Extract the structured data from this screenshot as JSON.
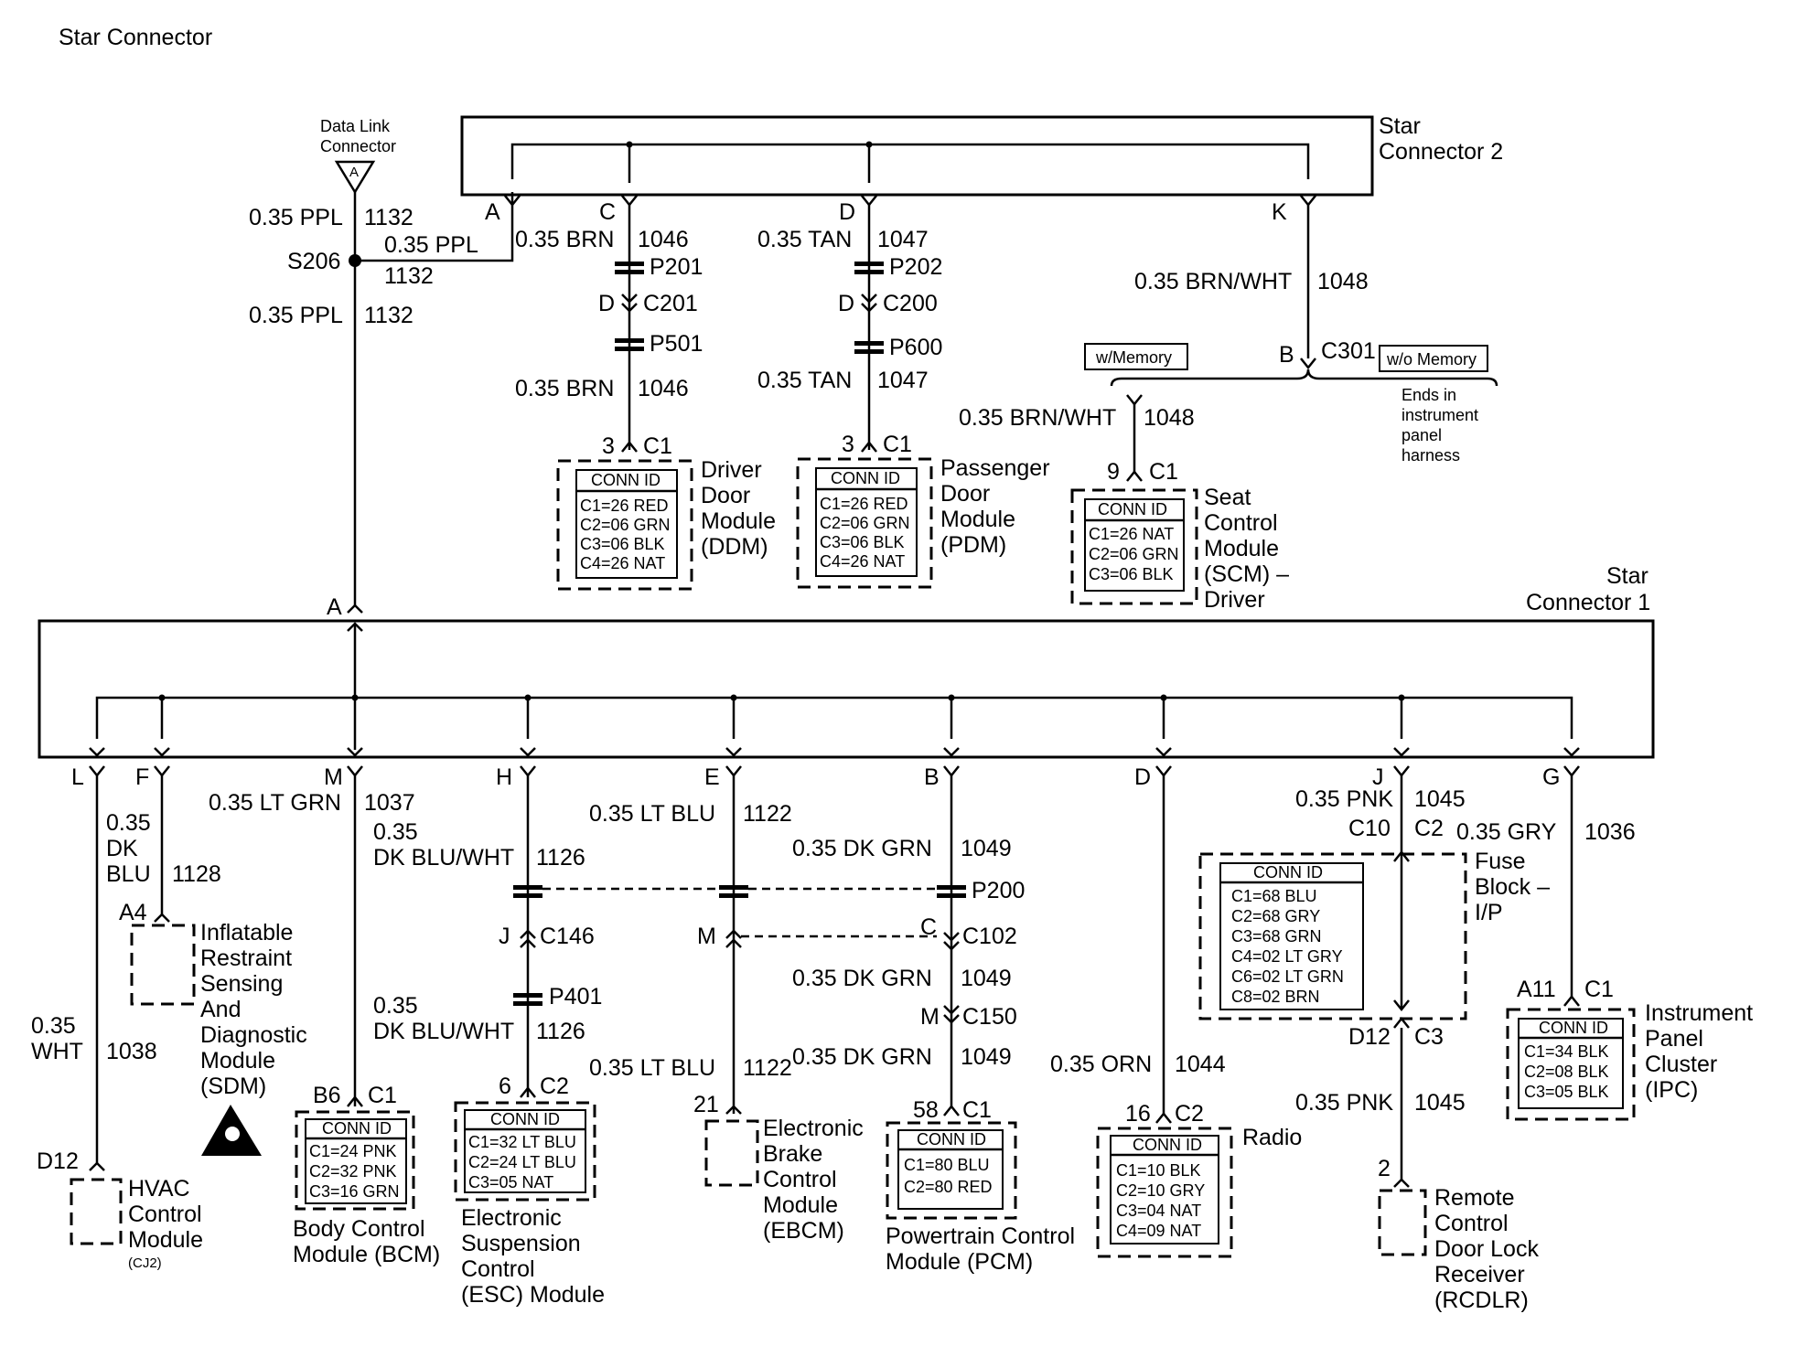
{
  "title": "Star Connector",
  "star2": {
    "l1": "Star",
    "l2": "Connector  2"
  },
  "star1": {
    "l1": "Star",
    "l2": "Connector 1"
  },
  "dlc": {
    "l1": "Data Link",
    "l2": "Connector",
    "pin": "A"
  },
  "splice": "S206",
  "t": {
    "ppl_a": "0.35 PPL",
    "c1132_a": "1132",
    "ppl_b": "0.35 PPL",
    "c1132_b": "1132",
    "ppl_c": "0.35 PPL",
    "c1132_c": "1132",
    "pinA_top": "A",
    "pinC": "C",
    "pinD": "D",
    "pinK": "K",
    "brn1": "0.35 BRN",
    "c1046_1": "1046",
    "p201": "P201",
    "d201": "D",
    "c201": "C201",
    "p501": "P501",
    "brn2": "0.35 BRN",
    "c1046_2": "1046",
    "tan1": "0.35 TAN",
    "c1047_1": "1047",
    "p202": "P202",
    "d200": "D",
    "c200": "C200",
    "p600": "P600",
    "tan2": "0.35 TAN",
    "c1047_2": "1047",
    "brnwht1": "0.35 BRN/WHT",
    "c1048_1": "1048",
    "pinB": "B",
    "c301": "C301",
    "wmem": "w/Memory",
    "womem": "w/o Memory",
    "ends1": "Ends in",
    "ends2": "instrument",
    "ends3": "panel",
    "ends4": "harness",
    "brnwht2": "0.35 BRN/WHT",
    "c1048_2": "1048",
    "ddm_pin": "3",
    "ddm_c": "C1",
    "pdm_pin": "3",
    "pdm_c": "C1",
    "scm_pin": "9",
    "scm_c": "C1",
    "pinA_s1": "A",
    "pinL": "L",
    "pinF": "F",
    "pinM": "M",
    "pinH": "H",
    "pinE": "E",
    "pinB2": "B",
    "pinD2": "D",
    "pinJ": "J",
    "pinG": "G",
    "dkblu1": "0.35",
    "dkblu2": "DK",
    "dkblu3": "BLU",
    "c1128": "1128",
    "a4": "A4",
    "ltgrn": "0.35 LT GRN",
    "c1037": "1037",
    "dkbluwht_a1": "0.35",
    "dkbluwht_a2": "DK BLU/WHT",
    "c1126_a": "1126",
    "ltblu_a": "0.35 LT BLU",
    "c1122_a": "1122",
    "dkgrn_a": "0.35 DK GRN",
    "c1049_a": "1049",
    "p200": "P200",
    "j146": "J",
    "c146": "C146",
    "m102": "M",
    "c102pin": "C",
    "c102": "C102",
    "dkgrn_b": "0.35 DK GRN",
    "c1049_b": "1049",
    "m150": "M",
    "c150": "C150",
    "p401": "P401",
    "dkbluwht_b1": "0.35",
    "dkbluwht_b2": "DK BLU/WHT",
    "c1126_b": "1126",
    "dkgrn_c": "0.35 DK GRN",
    "c1049_c": "1049",
    "ltblu_b": "0.35 LT BLU",
    "c1122_b": "1122",
    "wht1": "0.35",
    "wht2": "WHT",
    "c1038": "1038",
    "orn": "0.35 ORN",
    "c1044": "1044",
    "pnk_a": "0.35 PNK",
    "c1045_a": "1045",
    "c10": "C10",
    "c2": "C2",
    "gry": "0.35 GRY",
    "c1036": "1036",
    "d12c3_pin": "D12",
    "d12c3_c": "C3",
    "pnk_b": "0.35 PNK",
    "c1045_b": "1045",
    "rcdlr_pin": "2",
    "ipc_pin": "A11",
    "ipc_c": "C1",
    "d12_hvac": "D12",
    "bcm_pin": "B6",
    "bcm_c": "C1",
    "esc_pin": "6",
    "esc_c": "C2",
    "ebcm_pin": "21",
    "pcm_pin": "58",
    "pcm_c": "C1",
    "radio_pin": "16",
    "radio_c": "C2"
  },
  "modules": {
    "ddm": [
      "Driver",
      "Door",
      "Module",
      "(DDM)"
    ],
    "pdm": [
      "Passenger",
      "Door",
      "Module",
      "(PDM)"
    ],
    "scm": [
      "Seat",
      "Control",
      "Module",
      "(SCM) –",
      "Driver"
    ],
    "sdm": [
      "Inflatable",
      "Restraint",
      "Sensing",
      "And",
      "Diagnostic",
      "Module",
      "(SDM)"
    ],
    "hvac": [
      "HVAC",
      "Control",
      "Module",
      "(CJ2)"
    ],
    "bcm": [
      "Body Control",
      "Module (BCM)"
    ],
    "esc": [
      "Electronic",
      "Suspension",
      "Control",
      "(ESC) Module"
    ],
    "ebcm": [
      "Electronic",
      "Brake",
      "Control",
      "Module",
      "(EBCM)"
    ],
    "pcm": [
      "Powertrain Control",
      "Module (PCM)"
    ],
    "radio": [
      "Radio"
    ],
    "fuse": [
      "Fuse",
      "Block –",
      "I/P"
    ],
    "ipc": [
      "Instrument",
      "Panel",
      "Cluster",
      "(IPC)"
    ],
    "rcdlr": [
      "Remote",
      "Control",
      "Door Lock",
      "Receiver",
      "(RCDLR)"
    ]
  },
  "connid": {
    "head": "CONN ID",
    "ddm": [
      "C1=26 RED",
      "C2=06 GRN",
      "C3=06 BLK",
      "C4=26 NAT"
    ],
    "pdm": [
      "C1=26 RED",
      "C2=06 GRN",
      "C3=06 BLK",
      "C4=26 NAT"
    ],
    "scm": [
      "C1=26 NAT",
      "C2=06 GRN",
      "C3=06 BLK"
    ],
    "bcm": [
      "C1=24 PNK",
      "C2=32 PNK",
      "C3=16 GRN"
    ],
    "esc": [
      "C1=32 LT BLU",
      "C2=24 LT BLU",
      "C3=05 NAT"
    ],
    "pcm": [
      "C1=80 BLU",
      "C2=80 RED"
    ],
    "radio": [
      "C1=10 BLK",
      "C2=10 GRY",
      "C3=04 NAT",
      "C4=09 NAT"
    ],
    "fuse": [
      "C1=68 BLU",
      "C2=68 GRY",
      "C3=68 GRN",
      "C4=02 LT GRY",
      "C6=02 LT GRN",
      "C8=02 BRN"
    ],
    "ipc": [
      "C1=34 BLK",
      "C2=08 BLK",
      "C3=05 BLK"
    ]
  }
}
